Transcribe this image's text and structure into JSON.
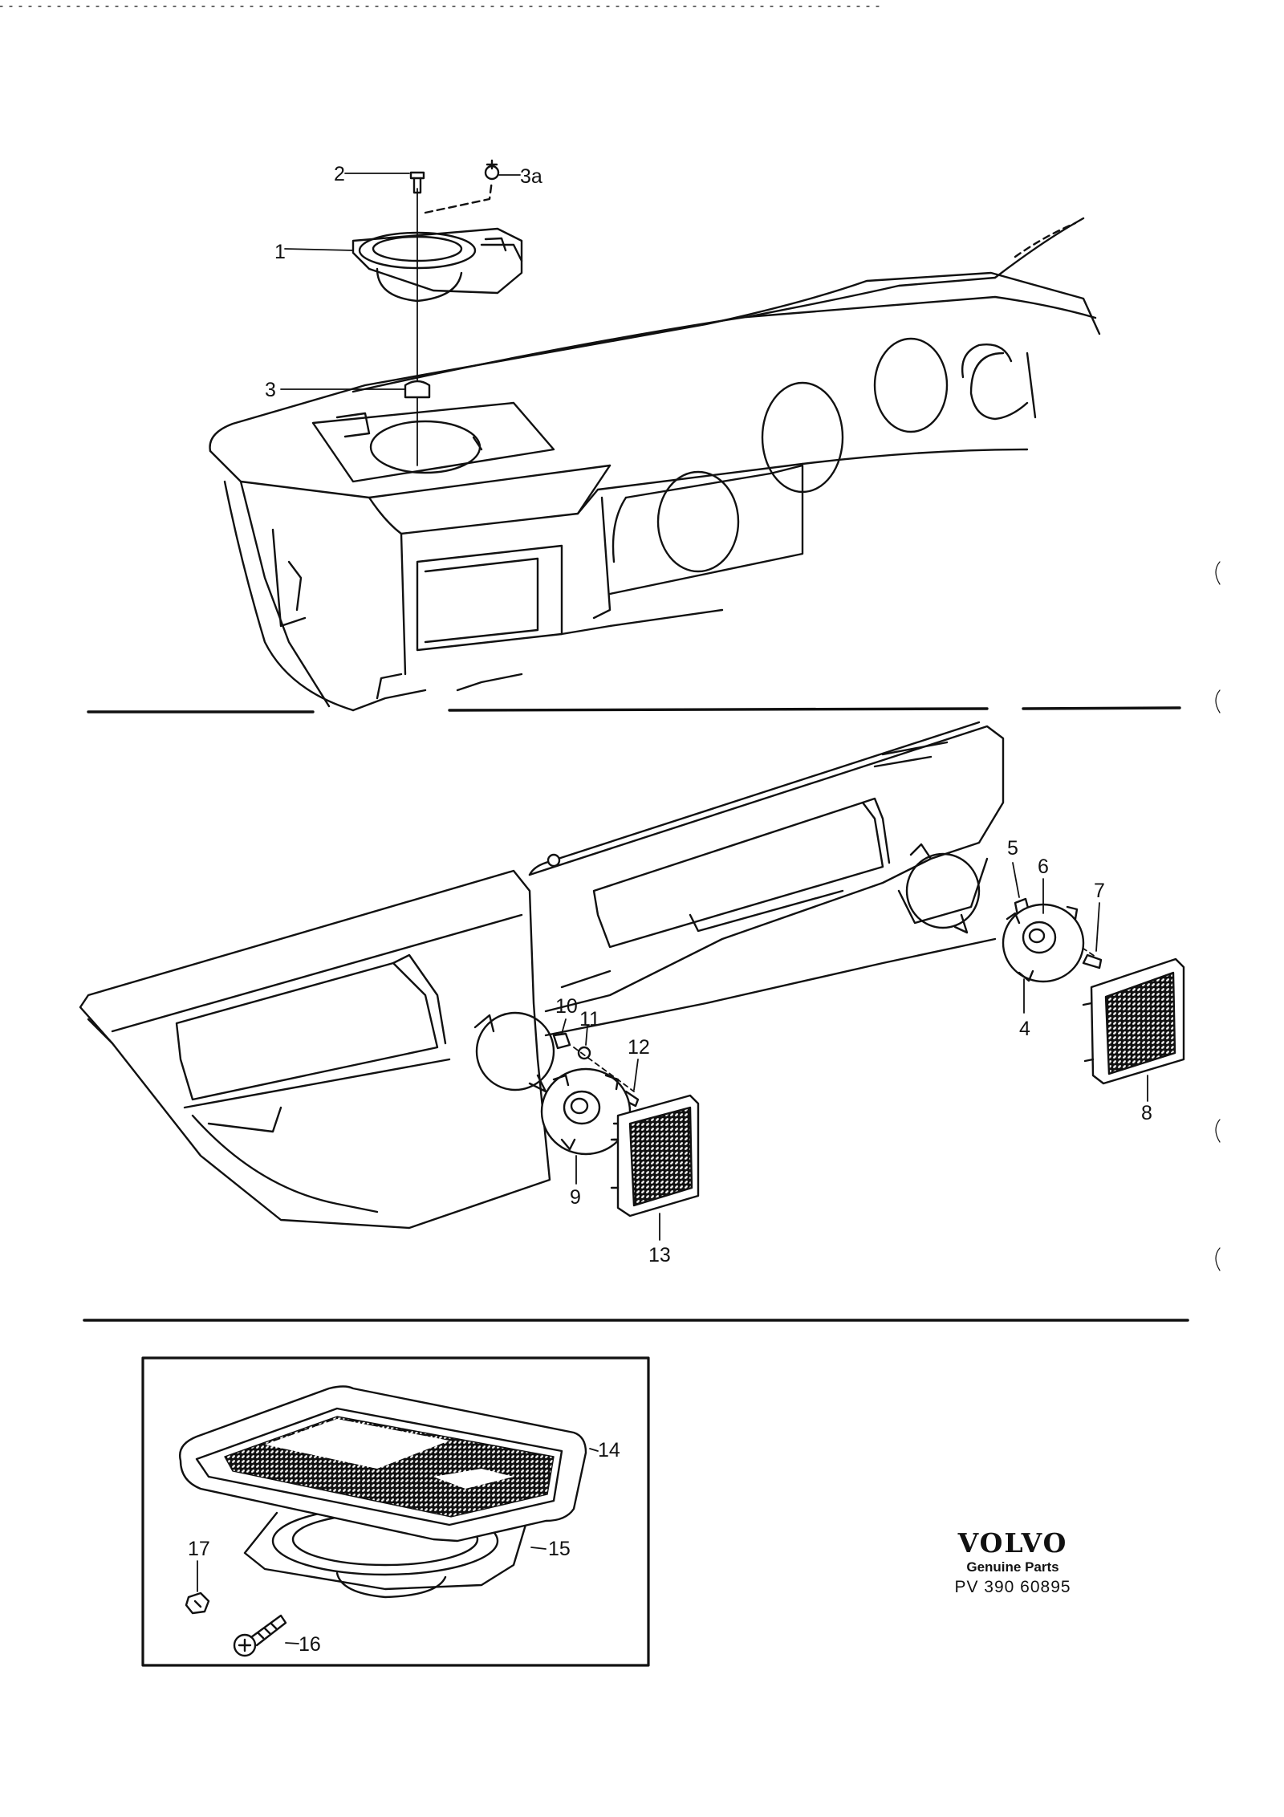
{
  "callouts": [
    {
      "id": "1",
      "label": "1"
    },
    {
      "id": "2",
      "label": "2"
    },
    {
      "id": "3a",
      "label": "3a"
    },
    {
      "id": "3",
      "label": "3"
    },
    {
      "id": "4",
      "label": "4"
    },
    {
      "id": "5",
      "label": "5"
    },
    {
      "id": "6",
      "label": "6"
    },
    {
      "id": "7",
      "label": "7"
    },
    {
      "id": "8",
      "label": "8"
    },
    {
      "id": "9",
      "label": "9"
    },
    {
      "id": "10",
      "label": "10"
    },
    {
      "id": "11",
      "label": "11"
    },
    {
      "id": "12",
      "label": "12"
    },
    {
      "id": "13",
      "label": "13"
    },
    {
      "id": "14",
      "label": "14"
    },
    {
      "id": "15",
      "label": "15"
    },
    {
      "id": "16",
      "label": "16"
    },
    {
      "id": "17",
      "label": "17"
    }
  ],
  "brand": {
    "logo": "VOLVO",
    "tagline": "Genuine Parts",
    "code": "PV 390 60895"
  },
  "colors": {
    "ink": "#111111",
    "paper": "#ffffff"
  }
}
